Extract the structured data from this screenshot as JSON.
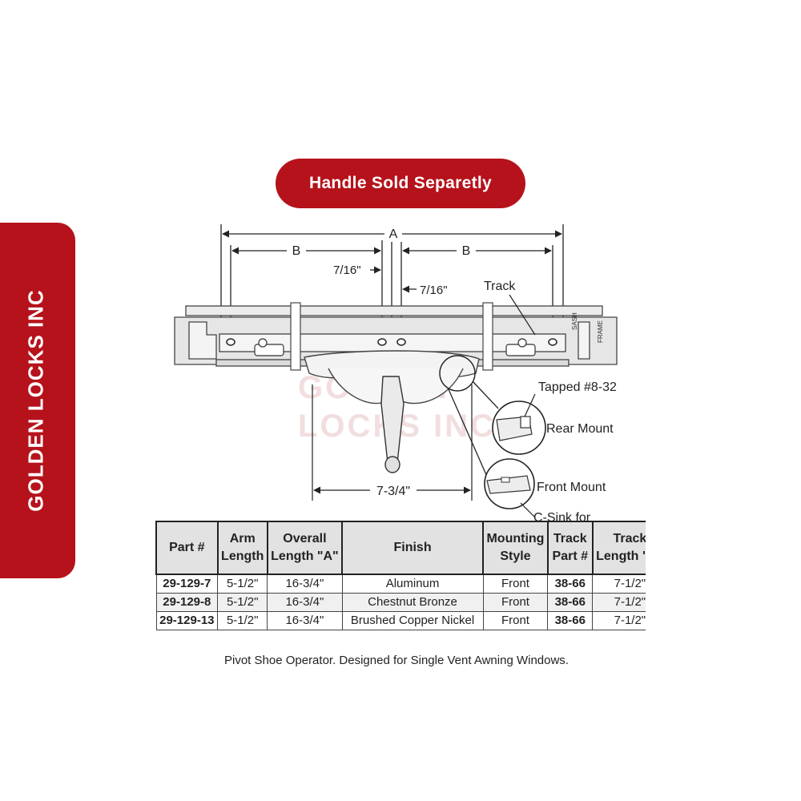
{
  "brand": {
    "name": "GOLDEN LOCKS INC",
    "color": "#b5121b"
  },
  "banner": {
    "text": "Handle Sold Separetly"
  },
  "watermark": {
    "line1": "GOLDEN",
    "line2": "LOCKS INC"
  },
  "diagram": {
    "dim_a": "A",
    "dim_b_left": "B",
    "dim_b_right": "B",
    "gap_left": "7/16\"",
    "gap_right": "7/16\"",
    "track": "Track",
    "sash": "SASH",
    "frame": "FRAME",
    "tapped": "Tapped #8-32",
    "rear_mount": "Rear Mount",
    "front_mount": "Front Mount",
    "csink": "C-Sink for",
    "handle_width": "7-3/4\""
  },
  "table": {
    "headers": [
      [
        "Part #"
      ],
      [
        "Arm",
        "Length"
      ],
      [
        "Overall",
        "Length \"A\""
      ],
      [
        "Finish"
      ],
      [
        "Mounting",
        "Style"
      ],
      [
        "Track",
        "Part #"
      ],
      [
        "Track",
        "Length \"B\""
      ]
    ],
    "rows": [
      [
        "29-129-7",
        "5-1/2\"",
        "16-3/4\"",
        "Aluminum",
        "Front",
        "38-66",
        "7-1/2\""
      ],
      [
        "29-129-8",
        "5-1/2\"",
        "16-3/4\"",
        "Chestnut Bronze",
        "Front",
        "38-66",
        "7-1/2\""
      ],
      [
        "29-129-13",
        "5-1/2\"",
        "16-3/4\"",
        "Brushed Copper Nickel",
        "Front",
        "38-66",
        "7-1/2\""
      ]
    ]
  },
  "caption": "Pivot Shoe Operator. Designed for Single Vent Awning Windows."
}
